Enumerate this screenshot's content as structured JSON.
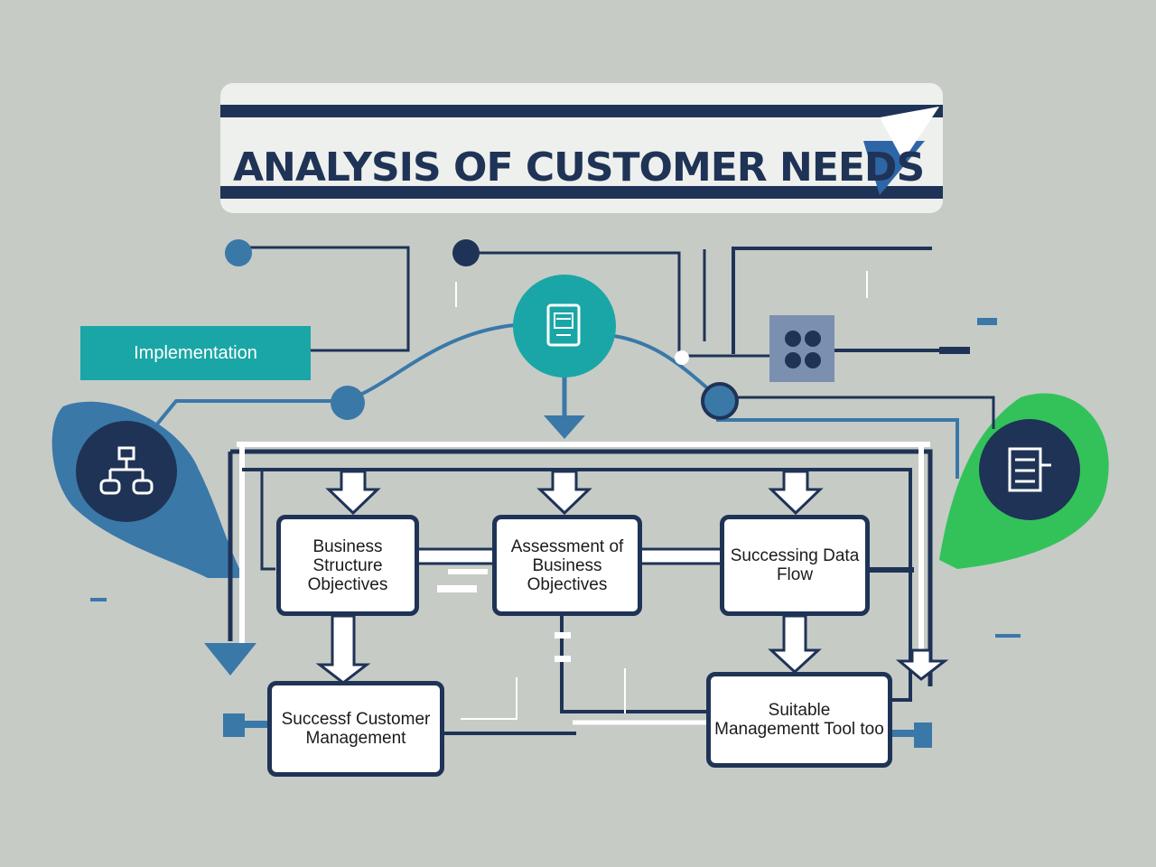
{
  "title": "ANALYSIS OF CUSTOMER NEEDS",
  "badge": "Implementation",
  "boxes": {
    "business_structure": "Business Structure Objectives",
    "assessment": "Assessment of Business Objectives",
    "successing": "Successing Data Flow",
    "successful_cm": "Successf Customer Management",
    "suitable_tool": "Suitable Managementt Tool too"
  },
  "colors": {
    "background": "#c6cbc6",
    "navy": "#1f3356",
    "teal": "#1aa6a6",
    "blue": "#3a78a8",
    "green": "#33c25a",
    "white": "#ffffff"
  },
  "icons": [
    "org-chart-icon",
    "document-icon",
    "grid-dots-icon",
    "checklist-icon",
    "triangle-icon"
  ]
}
